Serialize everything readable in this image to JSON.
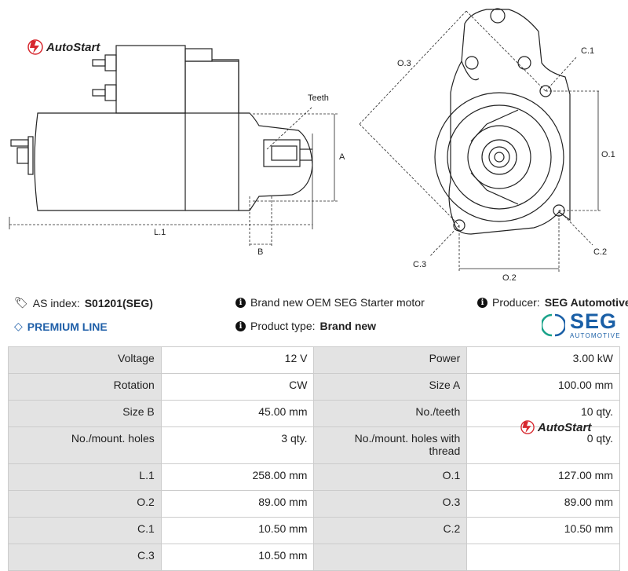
{
  "brand": {
    "logo_text": "AutoStart"
  },
  "drawing_labels": {
    "teeth": "Teeth",
    "A": "A",
    "L1": "L.1",
    "B": "B",
    "O3": "O.3",
    "C1": "C.1",
    "O1": "O.1",
    "C2": "C.2",
    "C3": "C.3",
    "O2": "O.2"
  },
  "info": {
    "as_index_label": "AS index:",
    "as_index_value": "S01201(SEG)",
    "premium": "PREMIUM LINE",
    "description": "Brand new OEM SEG Starter motor",
    "product_type_label": "Product type:",
    "product_type_value": "Brand new",
    "producer_label": "Producer:",
    "producer_value": "SEG Automotive",
    "seg_big": "SEG",
    "seg_small": "AUTOMOTIVE"
  },
  "specs": [
    {
      "l1": "Voltage",
      "v1": "12 V",
      "l2": "Power",
      "v2": "3.00 kW"
    },
    {
      "l1": "Rotation",
      "v1": "CW",
      "l2": "Size A",
      "v2": "100.00 mm"
    },
    {
      "l1": "Size B",
      "v1": "45.00 mm",
      "l2": "No./teeth",
      "v2": "10 qty."
    },
    {
      "l1": "No./mount. holes",
      "v1": "3 qty.",
      "l2": "No./mount. holes with thread",
      "v2": "0 qty."
    },
    {
      "l1": "L.1",
      "v1": "258.00 mm",
      "l2": "O.1",
      "v2": "127.00 mm"
    },
    {
      "l1": "O.2",
      "v1": "89.00 mm",
      "l2": "O.3",
      "v2": "89.00 mm"
    },
    {
      "l1": "C.1",
      "v1": "10.50 mm",
      "l2": "C.2",
      "v2": "10.50 mm"
    },
    {
      "l1": "C.3",
      "v1": "10.50 mm",
      "l2": "",
      "v2": ""
    }
  ]
}
